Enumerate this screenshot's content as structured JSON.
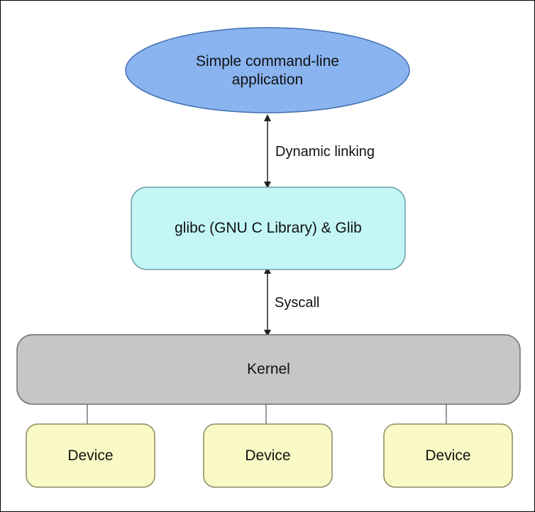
{
  "nodes": {
    "app": {
      "line1": "Simple command-line",
      "line2": "application"
    },
    "glibc": {
      "label": "glibc (GNU C Library) & Glib"
    },
    "kernel": {
      "label": "Kernel"
    },
    "devices": [
      {
        "label": "Device"
      },
      {
        "label": "Device"
      },
      {
        "label": "Device"
      }
    ]
  },
  "edges": {
    "app_glibc": {
      "label": "Dynamic linking"
    },
    "glibc_kernel": {
      "label": "Syscall"
    }
  },
  "colors": {
    "app_fill": "#8ab4f0",
    "app_stroke": "#3f6fae",
    "glibc_fill": "#c4f6f6",
    "glibc_stroke": "#6a9fa8",
    "kernel_fill": "#c6c6c6",
    "kernel_stroke": "#6f6f6f",
    "device_fill": "#fafac6",
    "device_stroke": "#8a8a63",
    "line": "#222222"
  }
}
